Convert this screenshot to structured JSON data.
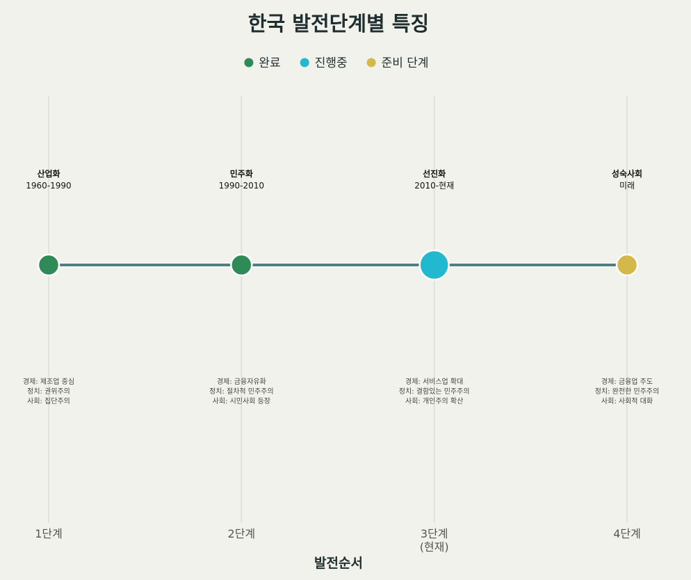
{
  "chart_data": {
    "type": "scatter",
    "title": "한국 발전단계별 특징",
    "xlabel": "발전순서",
    "ylabel": "",
    "grid": true,
    "legend_placement": "top-center",
    "legend": [
      {
        "status": "complete",
        "label": "완료",
        "color": "#2e8b57"
      },
      {
        "status": "in_progress",
        "label": "진행중",
        "color": "#21b8d0"
      },
      {
        "status": "planned",
        "label": "준비 단계",
        "color": "#d4b84a"
      }
    ],
    "connector_color": "#4f7f84",
    "x": [
      1,
      2,
      3,
      4
    ],
    "xlim": [
      1,
      4
    ],
    "tick_labels": [
      [
        "1단계"
      ],
      [
        "2단계"
      ],
      [
        "3단계",
        "(현재)"
      ],
      [
        "4단계"
      ]
    ],
    "stages": [
      {
        "order": 1,
        "name": "산업화",
        "period": "1960-1990",
        "status": "complete",
        "highlight": false,
        "details": [
          "경제: 제조업 중심",
          "정치: 권위주의",
          "사회: 집단주의"
        ]
      },
      {
        "order": 2,
        "name": "민주화",
        "period": "1990-2010",
        "status": "complete",
        "highlight": false,
        "details": [
          "경제: 금융자유화",
          "정치: 절차적 민주주의",
          "사회: 시민사회 등장"
        ]
      },
      {
        "order": 3,
        "name": "선진화",
        "period": "2010-현재",
        "status": "in_progress",
        "highlight": true,
        "details": [
          "경제: 서비스업 확대",
          "정치: 결함있는 민주주의",
          "사회: 개인주의 확산"
        ]
      },
      {
        "order": 4,
        "name": "성숙사회",
        "period": "미래",
        "status": "planned",
        "highlight": false,
        "details": [
          "경제: 금융업 주도",
          "정치: 완전한 민주주의",
          "사회: 사회적 대화"
        ]
      }
    ]
  }
}
